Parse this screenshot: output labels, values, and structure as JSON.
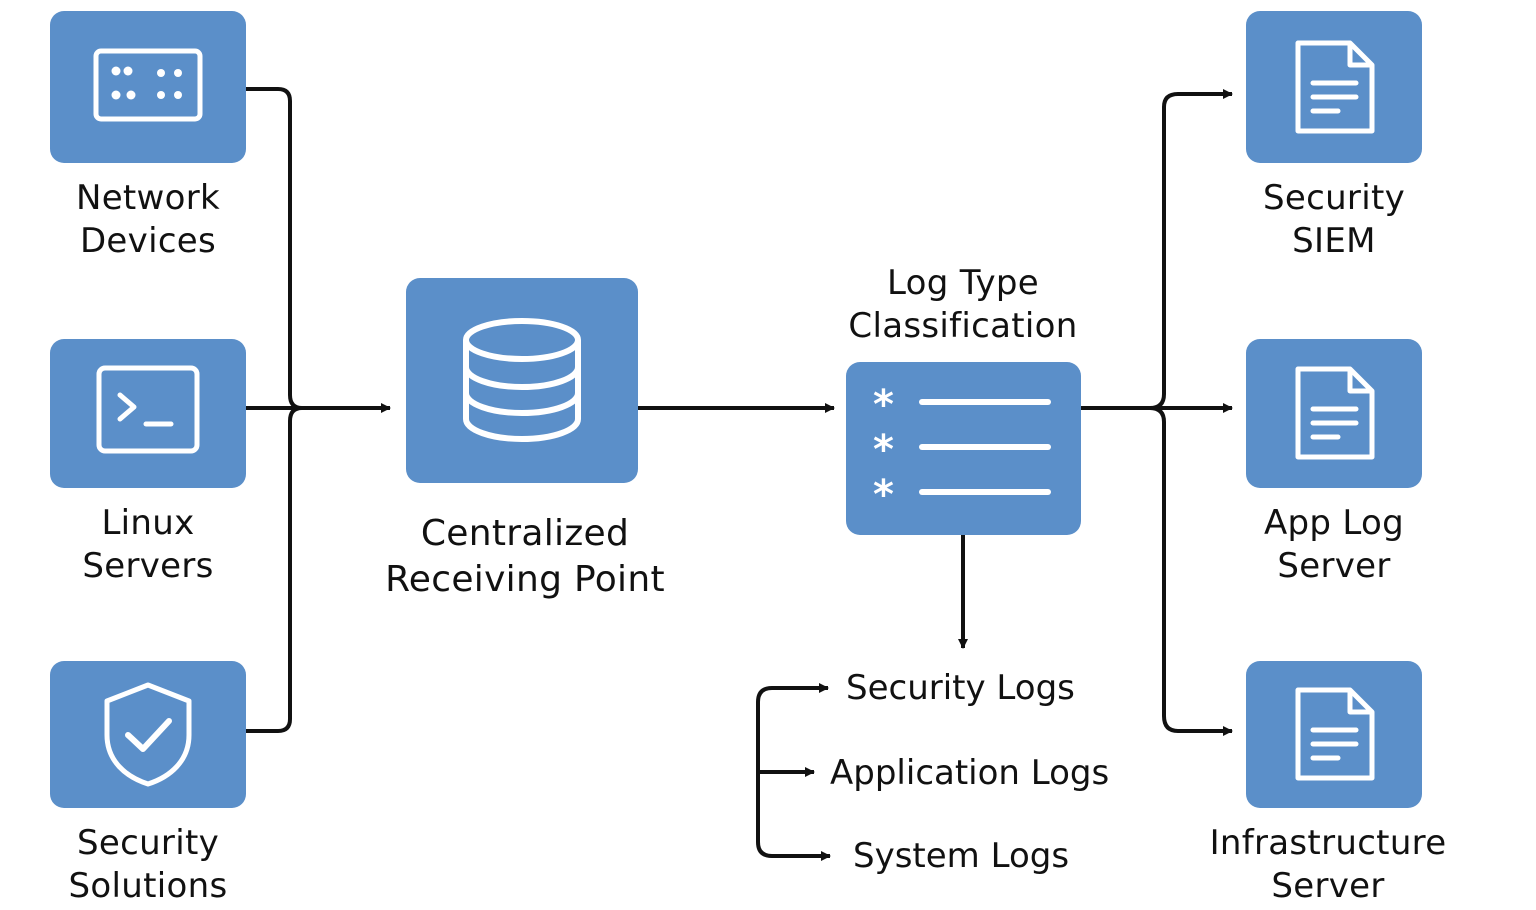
{
  "colors": {
    "box": "#5b8fc9",
    "line": "#111111",
    "icon": "#ffffff"
  },
  "sources": [
    {
      "line1": "Network",
      "line2": "Devices",
      "icon": "network-device-icon"
    },
    {
      "line1": "Linux",
      "line2": "Servers",
      "icon": "terminal-icon"
    },
    {
      "line1": "Security",
      "line2": "Solutions",
      "icon": "shield-check-icon"
    }
  ],
  "receiver": {
    "line1": "Centralized",
    "line2": "Receiving Point",
    "icon": "database-icon"
  },
  "classifier": {
    "line1": "Log Type",
    "line2": "Classification",
    "icon": "list-icon"
  },
  "log_types": [
    "Security Logs",
    "Application Logs",
    "System Logs"
  ],
  "destinations": [
    {
      "line1": "Security",
      "line2": "SIEM",
      "icon": "document-icon"
    },
    {
      "line1": "App Log",
      "line2": "Server",
      "icon": "document-icon"
    },
    {
      "line1": "Infrastructure",
      "line2": "Server",
      "icon": "document-icon"
    }
  ]
}
